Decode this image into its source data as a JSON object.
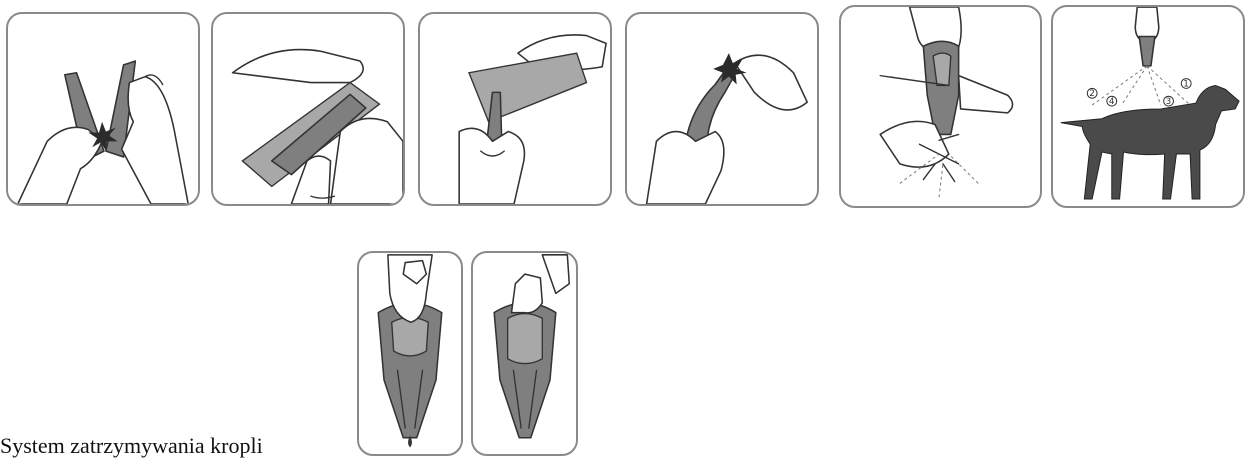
{
  "caption": "System zatrzymywania kropli",
  "panels": [
    {
      "name": "step-1-separate-pipettes"
    },
    {
      "name": "step-2-open-blister"
    },
    {
      "name": "step-3-remove-pipette"
    },
    {
      "name": "step-4-snap-tip"
    },
    {
      "name": "step-5-apply-to-skin"
    },
    {
      "name": "step-6-application-points"
    },
    {
      "name": "drop-stop-squeeze"
    },
    {
      "name": "drop-stop-released"
    }
  ],
  "application_points": [
    "1",
    "2",
    "3",
    "4"
  ],
  "colors": {
    "pipette": "#7f7f7f",
    "dog": "#4a4a4a",
    "border": "#8a8a8a"
  }
}
